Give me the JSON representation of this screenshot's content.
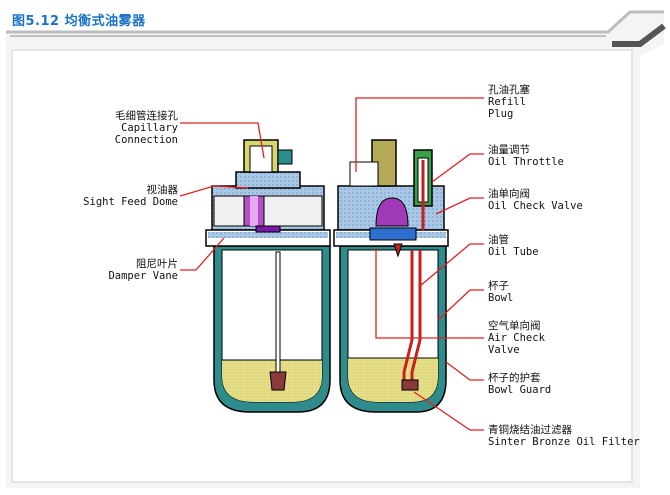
{
  "title": "图5.12  均衡式油雾器",
  "labels": {
    "capillary": {
      "zh": "毛细管连接孔",
      "en1": "Capillary",
      "en2": "Connection"
    },
    "sight_feed": {
      "zh": "视油器",
      "en1": "Sight Feed Dome"
    },
    "damper": {
      "zh": "阻尼叶片",
      "en1": "Damper Vane"
    },
    "refill": {
      "zh": "孔油孔塞",
      "en1": "Refill",
      "en2": "Plug"
    },
    "throttle": {
      "zh": "油量调节",
      "en1": "Oil Throttle"
    },
    "check_valve": {
      "zh": "油单向阀",
      "en1": "Oil Check Valve"
    },
    "tube": {
      "zh": "油管",
      "en1": "Oil Tube"
    },
    "bowl": {
      "zh": "杯子",
      "en1": "Bowl"
    },
    "air_check": {
      "zh": "空气单向阀",
      "en1": "Air Check",
      "en2": "Valve"
    },
    "bowl_guard": {
      "zh": "杯子的护套",
      "en1": "Bowl Guard"
    },
    "filter": {
      "zh": "青铜烧结油过滤器",
      "en1": "Sinter Bronze Oil Filter"
    }
  },
  "colors": {
    "title": "#1a73c8",
    "frame_dark": "#555555",
    "frame_light": "#bdbdbd",
    "body_blue": "#a9c8e8",
    "bowl_teal": "#2f8c8c",
    "oil": "#e6e08a",
    "leader": "#e02020"
  }
}
